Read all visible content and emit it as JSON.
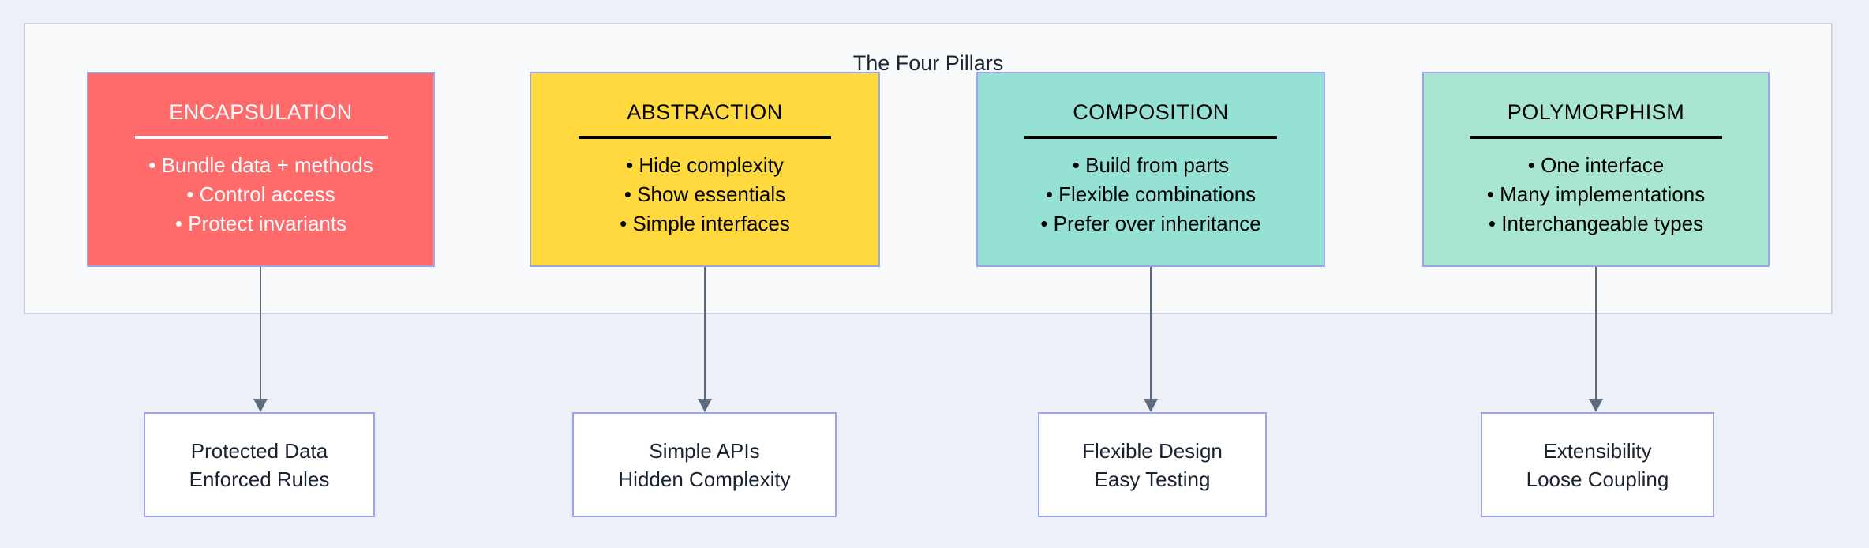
{
  "diagram": {
    "cluster_title": "The Four Pillars"
  },
  "pillars": [
    {
      "title": "ENCAPSULATION",
      "fill": "#ff6b6b",
      "text_color": "#ffffff",
      "rule_color": "#ffffff",
      "bullets": [
        "• Bundle data + methods",
        "• Control access",
        "• Protect invariants"
      ],
      "outcome": [
        "Protected Data",
        "Enforced Rules"
      ]
    },
    {
      "title": "ABSTRACTION",
      "fill": "#ffd93d",
      "text_color": "#000000",
      "rule_color": "#000000",
      "bullets": [
        "• Hide complexity",
        "• Show essentials",
        "• Simple interfaces"
      ],
      "outcome": [
        "Simple APIs",
        "Hidden Complexity"
      ]
    },
    {
      "title": "COMPOSITION",
      "fill": "#95e1d3",
      "text_color": "#000000",
      "rule_color": "#000000",
      "bullets": [
        "• Build from parts",
        "• Flexible combinations",
        "• Prefer over inheritance"
      ],
      "outcome": [
        "Flexible Design",
        "Easy Testing"
      ]
    },
    {
      "title": "POLYMORPHISM",
      "fill": "#a8e6cf",
      "text_color": "#000000",
      "rule_color": "#000000",
      "bullets": [
        "• One interface",
        "• Many implementations",
        "• Interchangeable types"
      ],
      "outcome": [
        "Extensibility",
        "Loose Coupling"
      ]
    }
  ],
  "colors": {
    "page_background": "#edf1f7",
    "cluster_background": "#f9fafc",
    "cluster_border": "#ccd3df",
    "node_border": "#9ba4ef",
    "arrow": "#5c6b7d",
    "outcome_fill": "#ffffff",
    "outcome_text": "#19222f",
    "title_text": "#1c2534"
  }
}
